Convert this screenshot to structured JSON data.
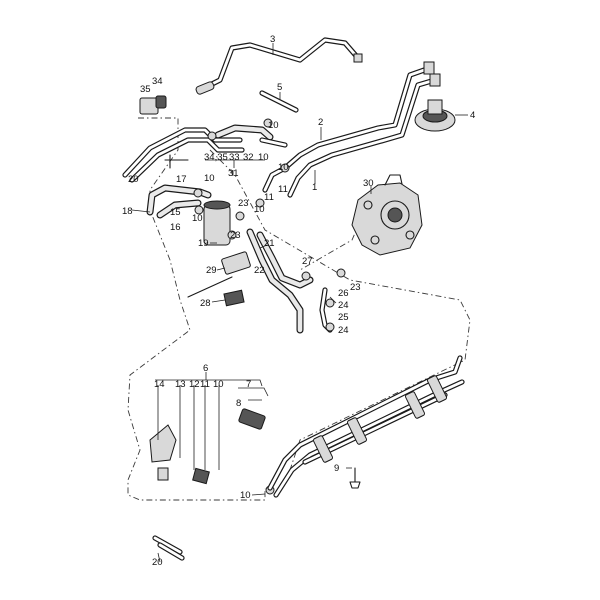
{
  "callouts": [
    {
      "id": "c1",
      "text": "1"
    },
    {
      "id": "c2",
      "text": "2"
    },
    {
      "id": "c3",
      "text": "3"
    },
    {
      "id": "c4",
      "text": "4"
    },
    {
      "id": "c5",
      "text": "5"
    },
    {
      "id": "c6",
      "text": "6"
    },
    {
      "id": "c7",
      "text": "7"
    },
    {
      "id": "c8",
      "text": "8"
    },
    {
      "id": "c9",
      "text": "9"
    },
    {
      "id": "c10a",
      "text": "10"
    },
    {
      "id": "c10b",
      "text": "10"
    },
    {
      "id": "c10c",
      "text": "10"
    },
    {
      "id": "c10d",
      "text": "10"
    },
    {
      "id": "c10e",
      "text": "10"
    },
    {
      "id": "c10f",
      "text": "10"
    },
    {
      "id": "c10g",
      "text": "10"
    },
    {
      "id": "c10h",
      "text": "10"
    },
    {
      "id": "c11a",
      "text": "11"
    },
    {
      "id": "c11b",
      "text": "11"
    },
    {
      "id": "c12",
      "text": "12"
    },
    {
      "id": "c13",
      "text": "13"
    },
    {
      "id": "c14",
      "text": "14"
    },
    {
      "id": "c15",
      "text": "15"
    },
    {
      "id": "c16",
      "text": "16"
    },
    {
      "id": "c17",
      "text": "17"
    },
    {
      "id": "c18",
      "text": "18"
    },
    {
      "id": "c19",
      "text": "19"
    },
    {
      "id": "c20a",
      "text": "20"
    },
    {
      "id": "c20b",
      "text": "20"
    },
    {
      "id": "c21",
      "text": "21"
    },
    {
      "id": "c22",
      "text": "22"
    },
    {
      "id": "c23a",
      "text": "23"
    },
    {
      "id": "c23b",
      "text": "23"
    },
    {
      "id": "c23c",
      "text": "23"
    },
    {
      "id": "c24a",
      "text": "24"
    },
    {
      "id": "c24b",
      "text": "24"
    },
    {
      "id": "c25",
      "text": "25"
    },
    {
      "id": "c26",
      "text": "26"
    },
    {
      "id": "c27",
      "text": "27"
    },
    {
      "id": "c28",
      "text": "28"
    },
    {
      "id": "c29",
      "text": "29"
    },
    {
      "id": "c30",
      "text": "30"
    },
    {
      "id": "c31",
      "text": "31"
    },
    {
      "id": "c32",
      "text": "32"
    },
    {
      "id": "c33",
      "text": "33"
    },
    {
      "id": "c34a",
      "text": "34"
    },
    {
      "id": "c34b",
      "text": "34,35"
    },
    {
      "id": "c35",
      "text": "35"
    }
  ]
}
